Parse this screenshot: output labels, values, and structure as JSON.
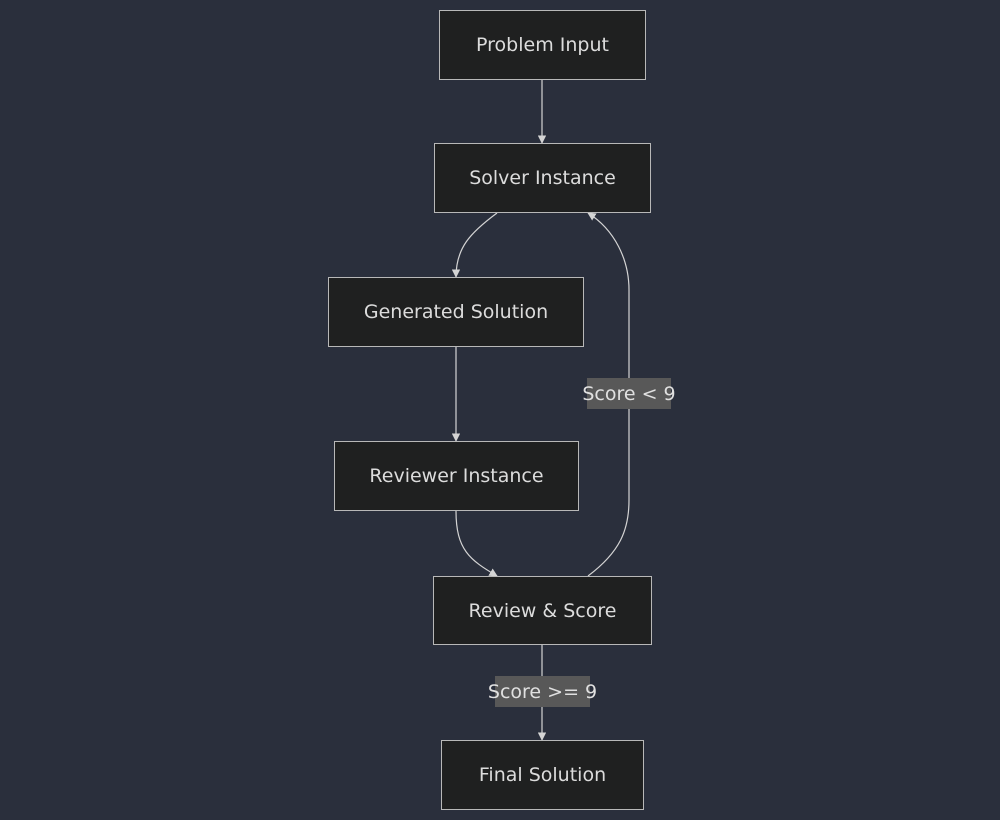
{
  "nodes": {
    "problem_input": "Problem Input",
    "solver_instance": "Solver Instance",
    "generated_solution": "Generated Solution",
    "reviewer_instance": "Reviewer Instance",
    "review_score": "Review & Score",
    "final_solution": "Final Solution"
  },
  "edge_labels": {
    "retry": "Score < 9",
    "accept": "Score >= 9"
  },
  "edges": [
    {
      "from": "Problem Input",
      "to": "Solver Instance"
    },
    {
      "from": "Solver Instance",
      "to": "Generated Solution"
    },
    {
      "from": "Generated Solution",
      "to": "Reviewer Instance"
    },
    {
      "from": "Reviewer Instance",
      "to": "Review & Score"
    },
    {
      "from": "Review & Score",
      "to": "Solver Instance",
      "label": "Score < 9"
    },
    {
      "from": "Review & Score",
      "to": "Final Solution",
      "label": "Score >= 9"
    }
  ],
  "colors": {
    "background": "#2a2f3c",
    "node_fill": "#1f2020",
    "node_border": "#b8b8b8",
    "edge": "#d4d4d4",
    "label_fill": "#585858",
    "text": "#dcdcdc"
  }
}
